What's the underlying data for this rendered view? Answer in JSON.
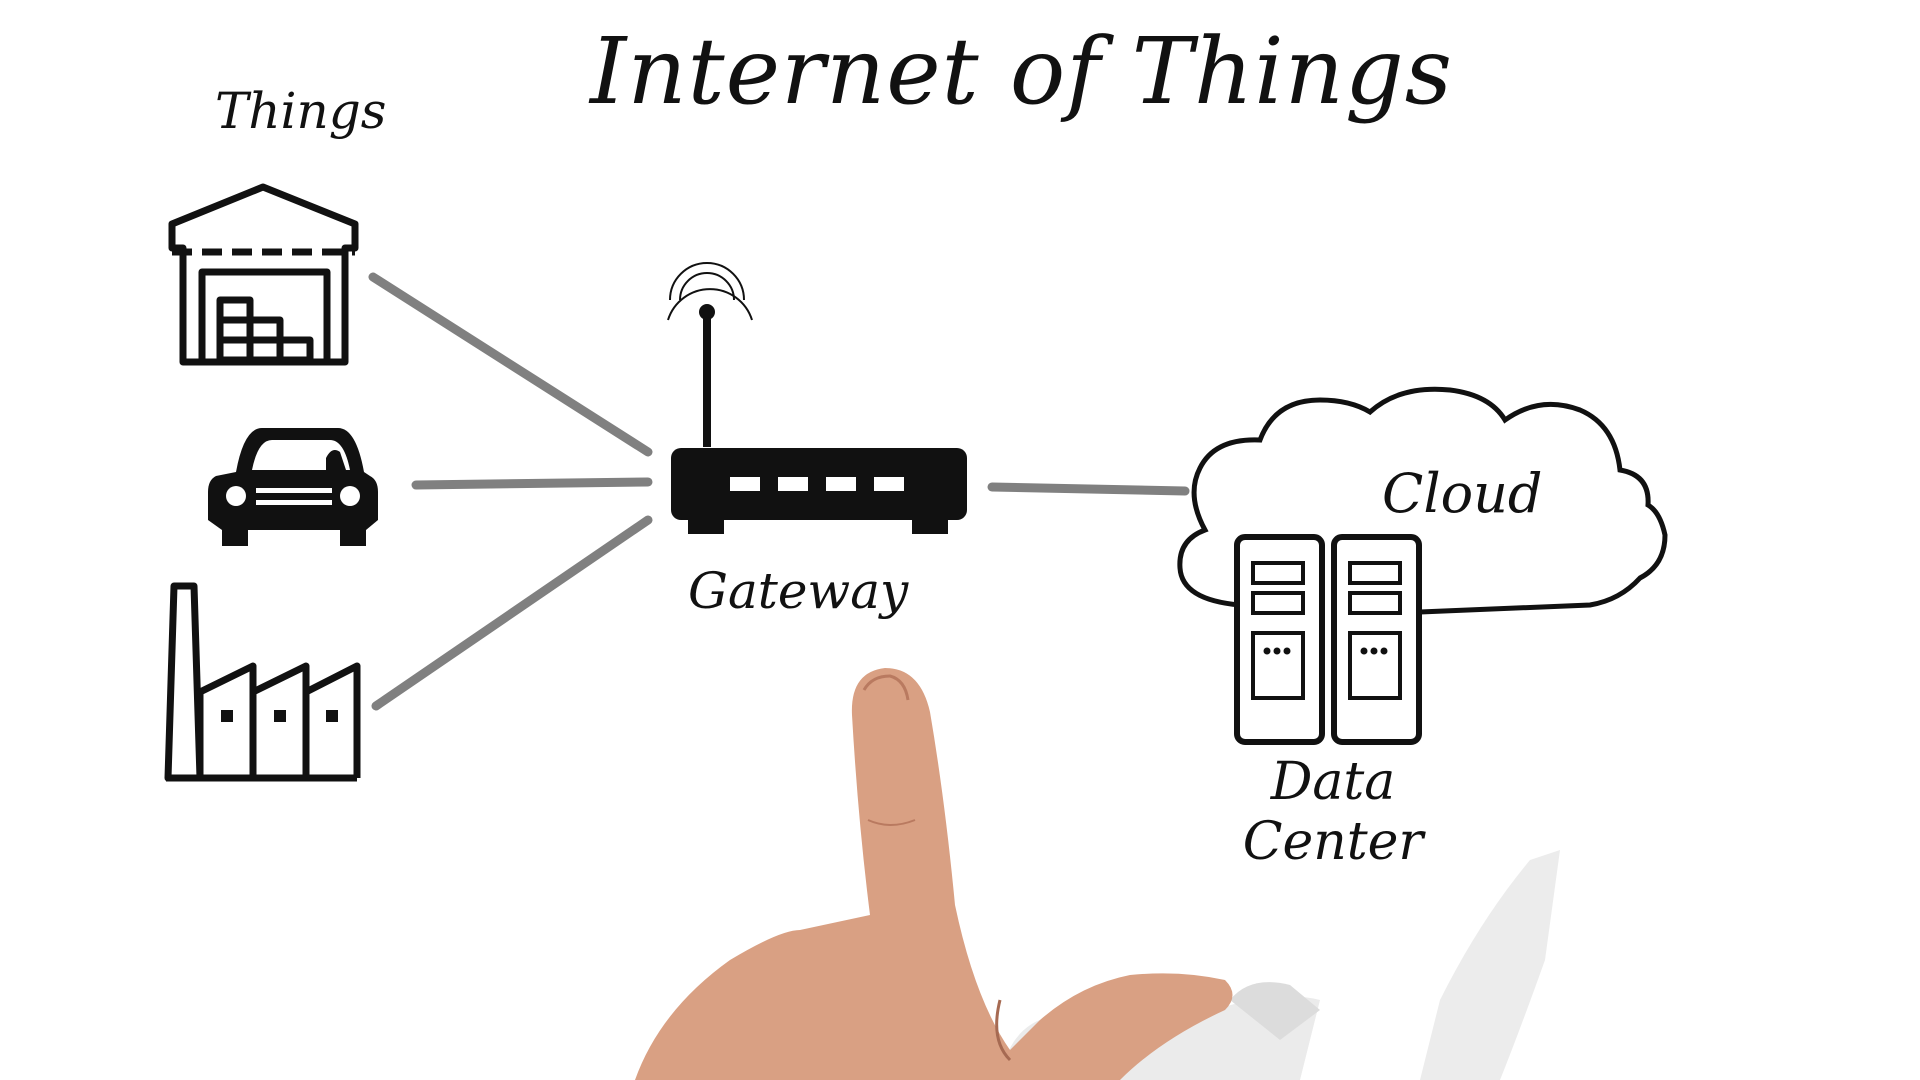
{
  "title": "Internet of Things",
  "labels": {
    "things": "Things",
    "gateway": "Gateway",
    "cloud": "Cloud",
    "data_center_line1": "Data",
    "data_center_line2": "Center"
  },
  "colors": {
    "icon": "#111111",
    "connector": "#808080",
    "skin": "#d9a083",
    "sleeve": "#ececec"
  },
  "icons": [
    "warehouse-icon",
    "car-icon",
    "factory-icon",
    "router-icon",
    "cloud-icon",
    "server-icon"
  ]
}
